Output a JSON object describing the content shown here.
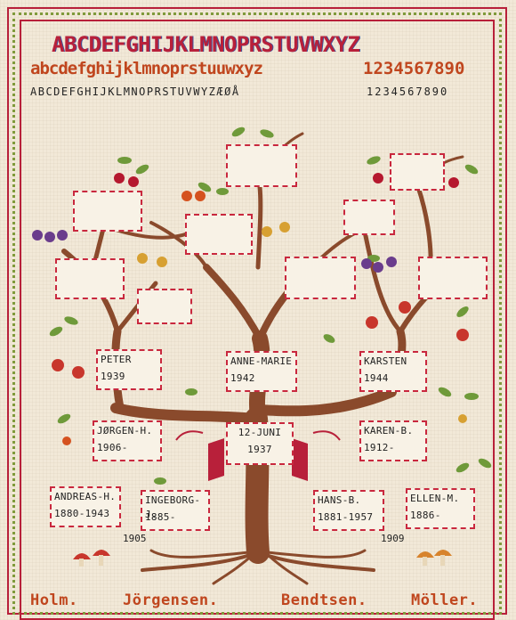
{
  "colors": {
    "red": "#b8203a",
    "orange": "#c0461e",
    "trunk": "#8a4a2c",
    "green": "#6f9a3a",
    "linen": "#f2e9d8"
  },
  "header": {
    "alphabet_upper": "ABCDEFGHIJKLMNOPRSTUVWXYZ",
    "alphabet_lower": "abcdefghijklmnoprstuuwxyz",
    "digits_large": "1234567890",
    "alphabet_small": "ABCDEFGHIJKLMNOPRSTUVWYZÆØÅ",
    "digits_small": "1234567890"
  },
  "people": {
    "peter": {
      "name": "PETER",
      "year": "1939"
    },
    "anne_marie": {
      "name": "ANNE-MARIE",
      "year": "1942"
    },
    "karsten": {
      "name": "KARSTEN",
      "year": "1944"
    },
    "jorgen": {
      "name": "JØRGEN-H.",
      "year": "1906-"
    },
    "karen": {
      "name": "KAREN-B.",
      "year": "1912-"
    },
    "center": {
      "line1": "12-JUNI",
      "line2": "1937"
    },
    "andreas": {
      "name": "ANDREAS-H.",
      "year": "1880-1943"
    },
    "ingeborg": {
      "name": "INGEBORG-J.",
      "year": "1885-"
    },
    "hans": {
      "name": "HANS-B.",
      "year": "1881-1957"
    },
    "ellen": {
      "name": "ELLEN-M.",
      "year": "1886-"
    }
  },
  "marriage_years": {
    "left": "1905",
    "right": "1909"
  },
  "surnames": [
    "Holm.",
    "Jörgensen.",
    "Bendtsen.",
    "Möller."
  ]
}
